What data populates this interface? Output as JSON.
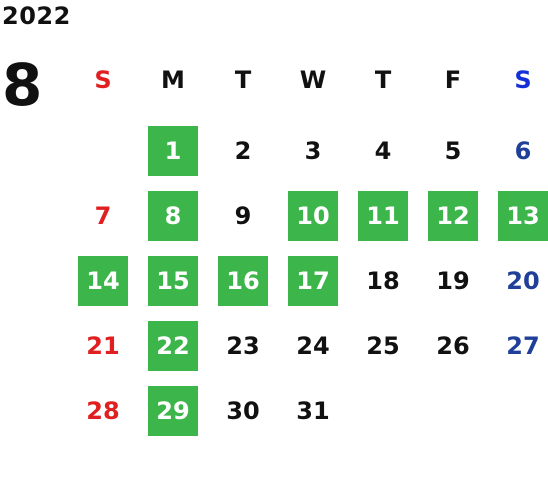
{
  "year": "2022",
  "month": "8",
  "colors": {
    "sunday": "#e02020",
    "saturday": "#1f3f99",
    "saturday_header": "#1430d6",
    "weekday": "#111111",
    "highlight_bg": "#3cb54a",
    "highlight_text": "#ffffff"
  },
  "weekdays": [
    "S",
    "M",
    "T",
    "W",
    "T",
    "F",
    "S"
  ],
  "weeks": [
    [
      {
        "day": ""
      },
      {
        "day": "1",
        "highlight": true
      },
      {
        "day": "2"
      },
      {
        "day": "3"
      },
      {
        "day": "4"
      },
      {
        "day": "5"
      },
      {
        "day": "6"
      }
    ],
    [
      {
        "day": "7"
      },
      {
        "day": "8",
        "highlight": true
      },
      {
        "day": "9"
      },
      {
        "day": "10",
        "highlight": true
      },
      {
        "day": "11",
        "highlight": true
      },
      {
        "day": "12",
        "highlight": true
      },
      {
        "day": "13",
        "highlight": true
      }
    ],
    [
      {
        "day": "14",
        "highlight": true
      },
      {
        "day": "15",
        "highlight": true
      },
      {
        "day": "16",
        "highlight": true
      },
      {
        "day": "17",
        "highlight": true
      },
      {
        "day": "18"
      },
      {
        "day": "19"
      },
      {
        "day": "20"
      }
    ],
    [
      {
        "day": "21"
      },
      {
        "day": "22",
        "highlight": true
      },
      {
        "day": "23"
      },
      {
        "day": "24"
      },
      {
        "day": "25"
      },
      {
        "day": "26"
      },
      {
        "day": "27"
      }
    ],
    [
      {
        "day": "28"
      },
      {
        "day": "29",
        "highlight": true
      },
      {
        "day": "30"
      },
      {
        "day": "31"
      },
      {
        "day": ""
      },
      {
        "day": ""
      },
      {
        "day": ""
      }
    ]
  ]
}
